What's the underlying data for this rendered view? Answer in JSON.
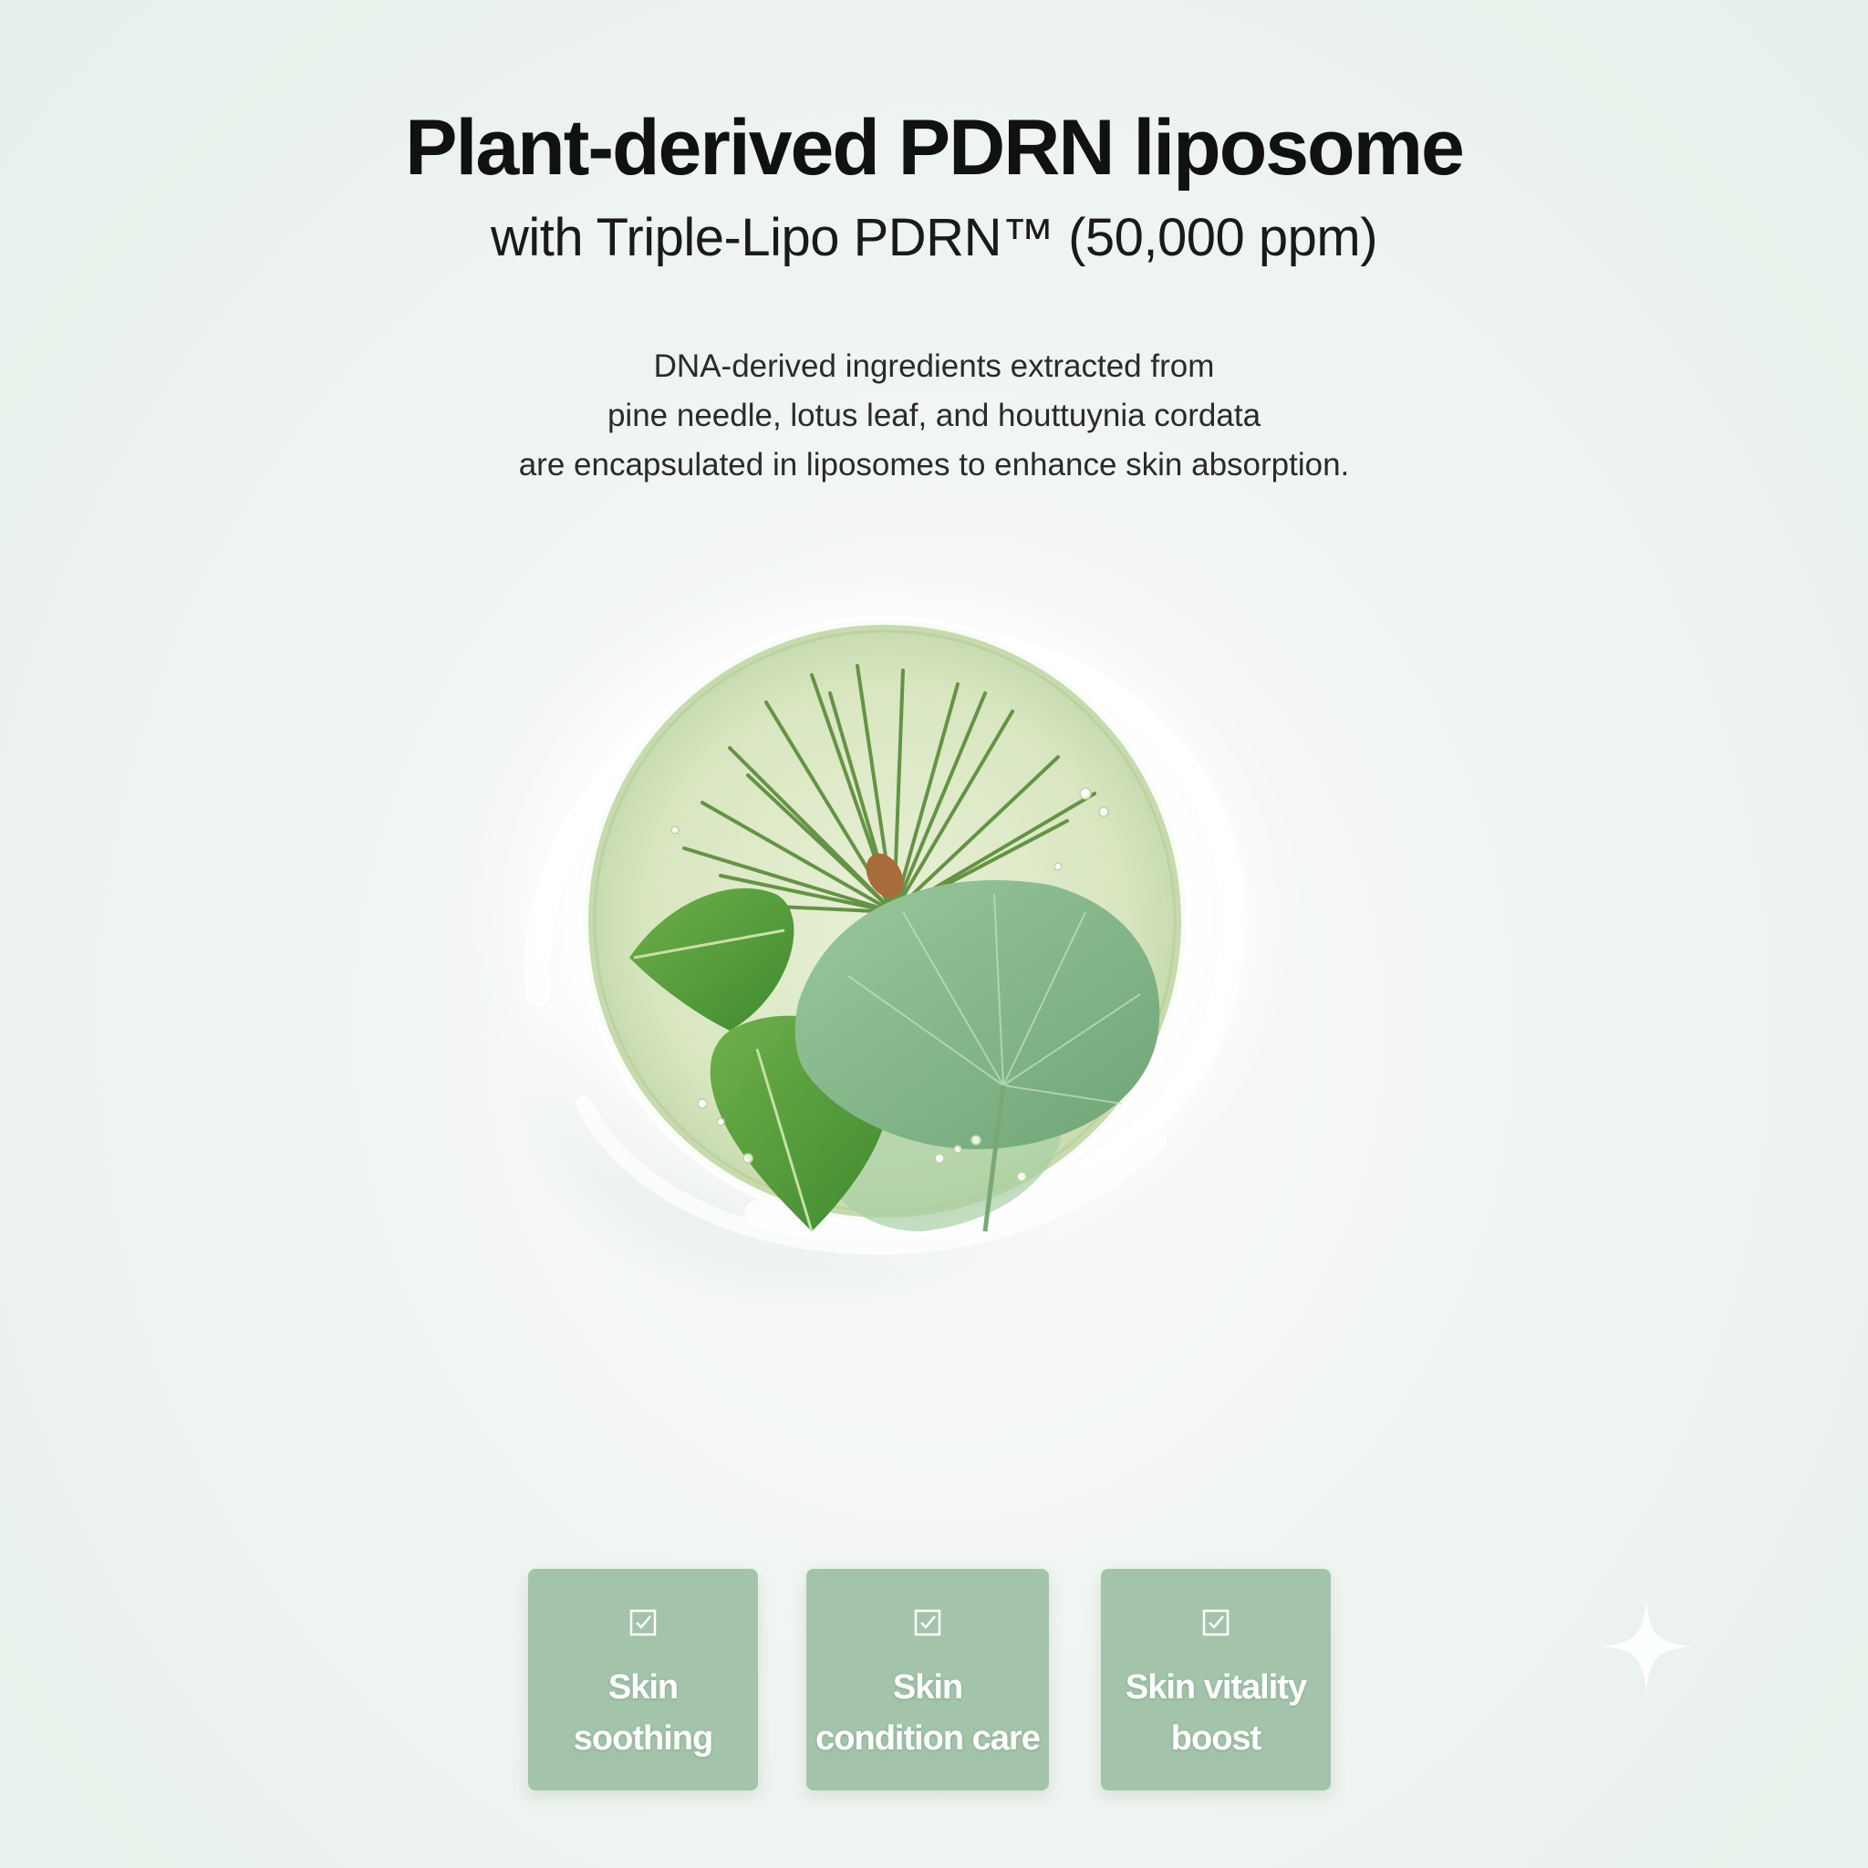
{
  "header": {
    "title": "Plant-derived PDRN liposome",
    "subtitle": "with Triple-Lipo PDRN™ (50,000 ppm)"
  },
  "description": {
    "lines": [
      "DNA-derived ingredients extracted from",
      "pine needle, lotus leaf, and houttuynia cordata",
      "are encapsulated in liposomes to enhance skin absorption."
    ]
  },
  "illustration": {
    "icon": "petri-dish-with-leaves-icon",
    "colors": {
      "leaf_light": "#8fbf94",
      "leaf_dark": "#4f9a3c",
      "needle": "#5f8f3f",
      "liquid": "#dfe9c9"
    }
  },
  "benefits": {
    "card_color": "#a3c4ab",
    "text_color": "#ffffff",
    "check_icon": "checkbox-checked-icon",
    "items": [
      {
        "line1": "Skin",
        "line2": "soothing"
      },
      {
        "line1": "Skin",
        "line2": "condition care"
      },
      {
        "line1": "Skin vitality",
        "line2": "boost"
      }
    ]
  },
  "decor": {
    "sparkle_icon": "four-point-sparkle-icon"
  }
}
